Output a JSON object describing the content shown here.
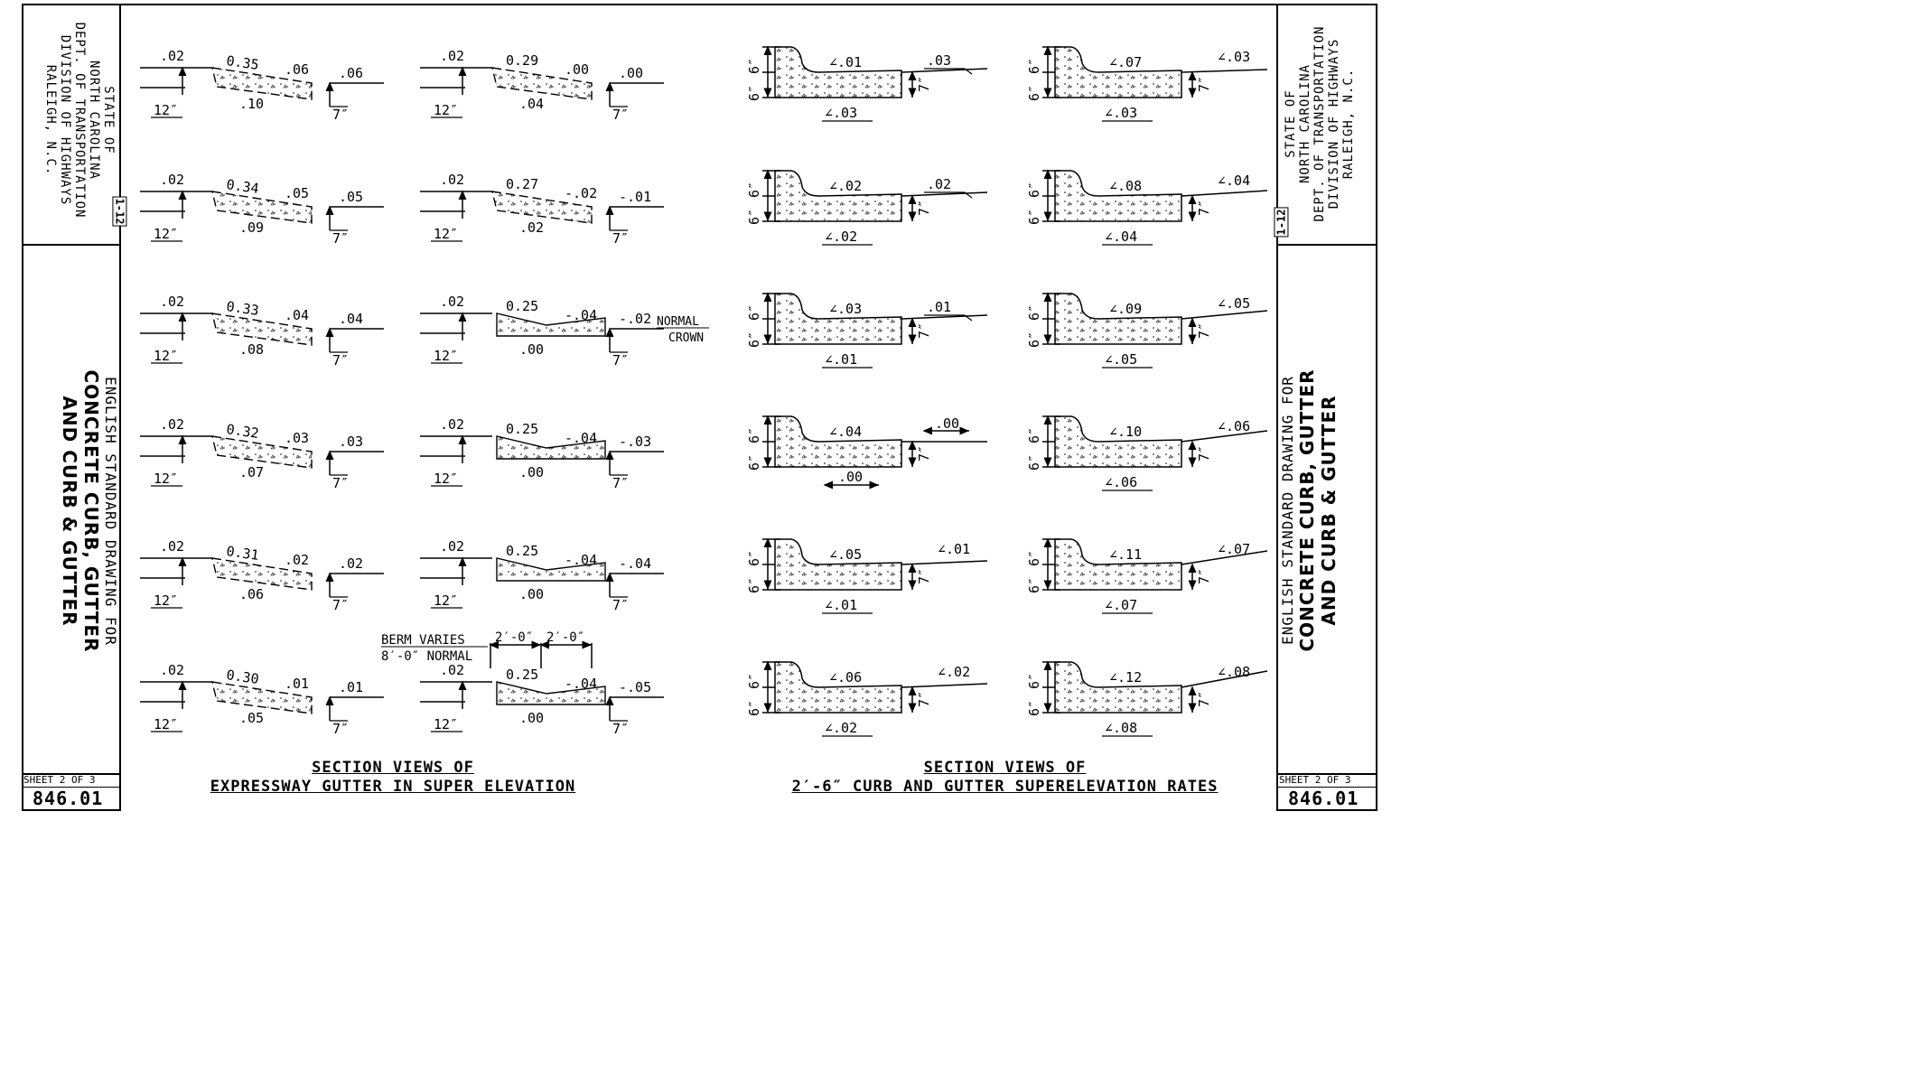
{
  "title_block": {
    "agency_lines": [
      "STATE OF",
      "NORTH CAROLINA",
      "DEPT. OF TRANSPORTATION",
      "DIVISION OF HIGHWAYS",
      "RALEIGH, N.C."
    ],
    "tag": "1-12",
    "drawing_for": "ENGLISH STANDARD DRAWING FOR",
    "title_line1": "CONCRETE CURB, GUTTER",
    "title_line2": "AND CURB & GUTTER",
    "sheet": "SHEET 2 OF 3",
    "number": "846.01"
  },
  "captions": {
    "left_line1": "SECTION VIEWS OF",
    "left_line2": "EXPRESSWAY GUTTER IN SUPER ELEVATION",
    "right_line1": "SECTION VIEWS OF",
    "right_line2": "2′-6″ CURB AND GUTTER SUPERELEVATION RATES"
  },
  "gutter_labels": {
    "left_slope": ".02",
    "depth": "12″",
    "thickness": "7″"
  },
  "gutter_col1": [
    {
      "top": "0.35",
      "mid": ".06",
      "right": ".06",
      "bottom": ".10"
    },
    {
      "top": "0.34",
      "mid": ".05",
      "right": ".05",
      "bottom": ".09"
    },
    {
      "top": "0.33",
      "mid": ".04",
      "right": ".04",
      "bottom": ".08"
    },
    {
      "top": "0.32",
      "mid": ".03",
      "right": ".03",
      "bottom": ".07"
    },
    {
      "top": "0.31",
      "mid": ".02",
      "right": ".02",
      "bottom": ".06"
    },
    {
      "top": "0.30",
      "mid": ".01",
      "right": ".01",
      "bottom": ".05"
    }
  ],
  "gutter_col2": [
    {
      "top": "0.29",
      "mid": ".00",
      "right": ".00",
      "bottom": ".04"
    },
    {
      "top": "0.27",
      "mid": "-.02",
      "right": "-.01",
      "bottom": ".02"
    },
    {
      "top": "0.25",
      "mid": "-.04",
      "right": "-.02",
      "bottom": ".00",
      "note1": "NORMAL",
      "note2": "CROWN"
    },
    {
      "top": "0.25",
      "mid": "-.04",
      "right": "-.03",
      "bottom": ".00"
    },
    {
      "top": "0.25",
      "mid": "-.04",
      "right": "-.04",
      "bottom": ".00"
    },
    {
      "top": "0.25",
      "mid": "-.04",
      "right": "-.05",
      "bottom": ".00"
    }
  ],
  "berm": {
    "line1": "BERM VARIES",
    "line2": "8′-0″ NORMAL",
    "dim1": "2′-0″",
    "dim2": "2′-0″"
  },
  "curb_labels": {
    "height1": "6″",
    "height2": "6″",
    "thickness": "7″"
  },
  "curb_col1": [
    {
      "gutter": ".01",
      "right": ".03",
      "base": ".03"
    },
    {
      "gutter": ".02",
      "right": ".02",
      "base": ".02"
    },
    {
      "gutter": ".03",
      "right": ".01",
      "base": ".01"
    },
    {
      "gutter": ".04",
      "right": ".00",
      "base": ".00"
    },
    {
      "gutter": ".05",
      "right": ".01",
      "base": ".01"
    },
    {
      "gutter": ".06",
      "right": ".02",
      "base": ".02"
    }
  ],
  "curb_col2": [
    {
      "gutter": ".07",
      "right": ".03",
      "base": ".03"
    },
    {
      "gutter": ".08",
      "right": ".04",
      "base": ".04"
    },
    {
      "gutter": ".09",
      "right": ".05",
      "base": ".05"
    },
    {
      "gutter": ".10",
      "right": ".06",
      "base": ".06"
    },
    {
      "gutter": ".11",
      "right": ".07",
      "base": ".07"
    },
    {
      "gutter": ".12",
      "right": ".08",
      "base": ".08"
    }
  ]
}
